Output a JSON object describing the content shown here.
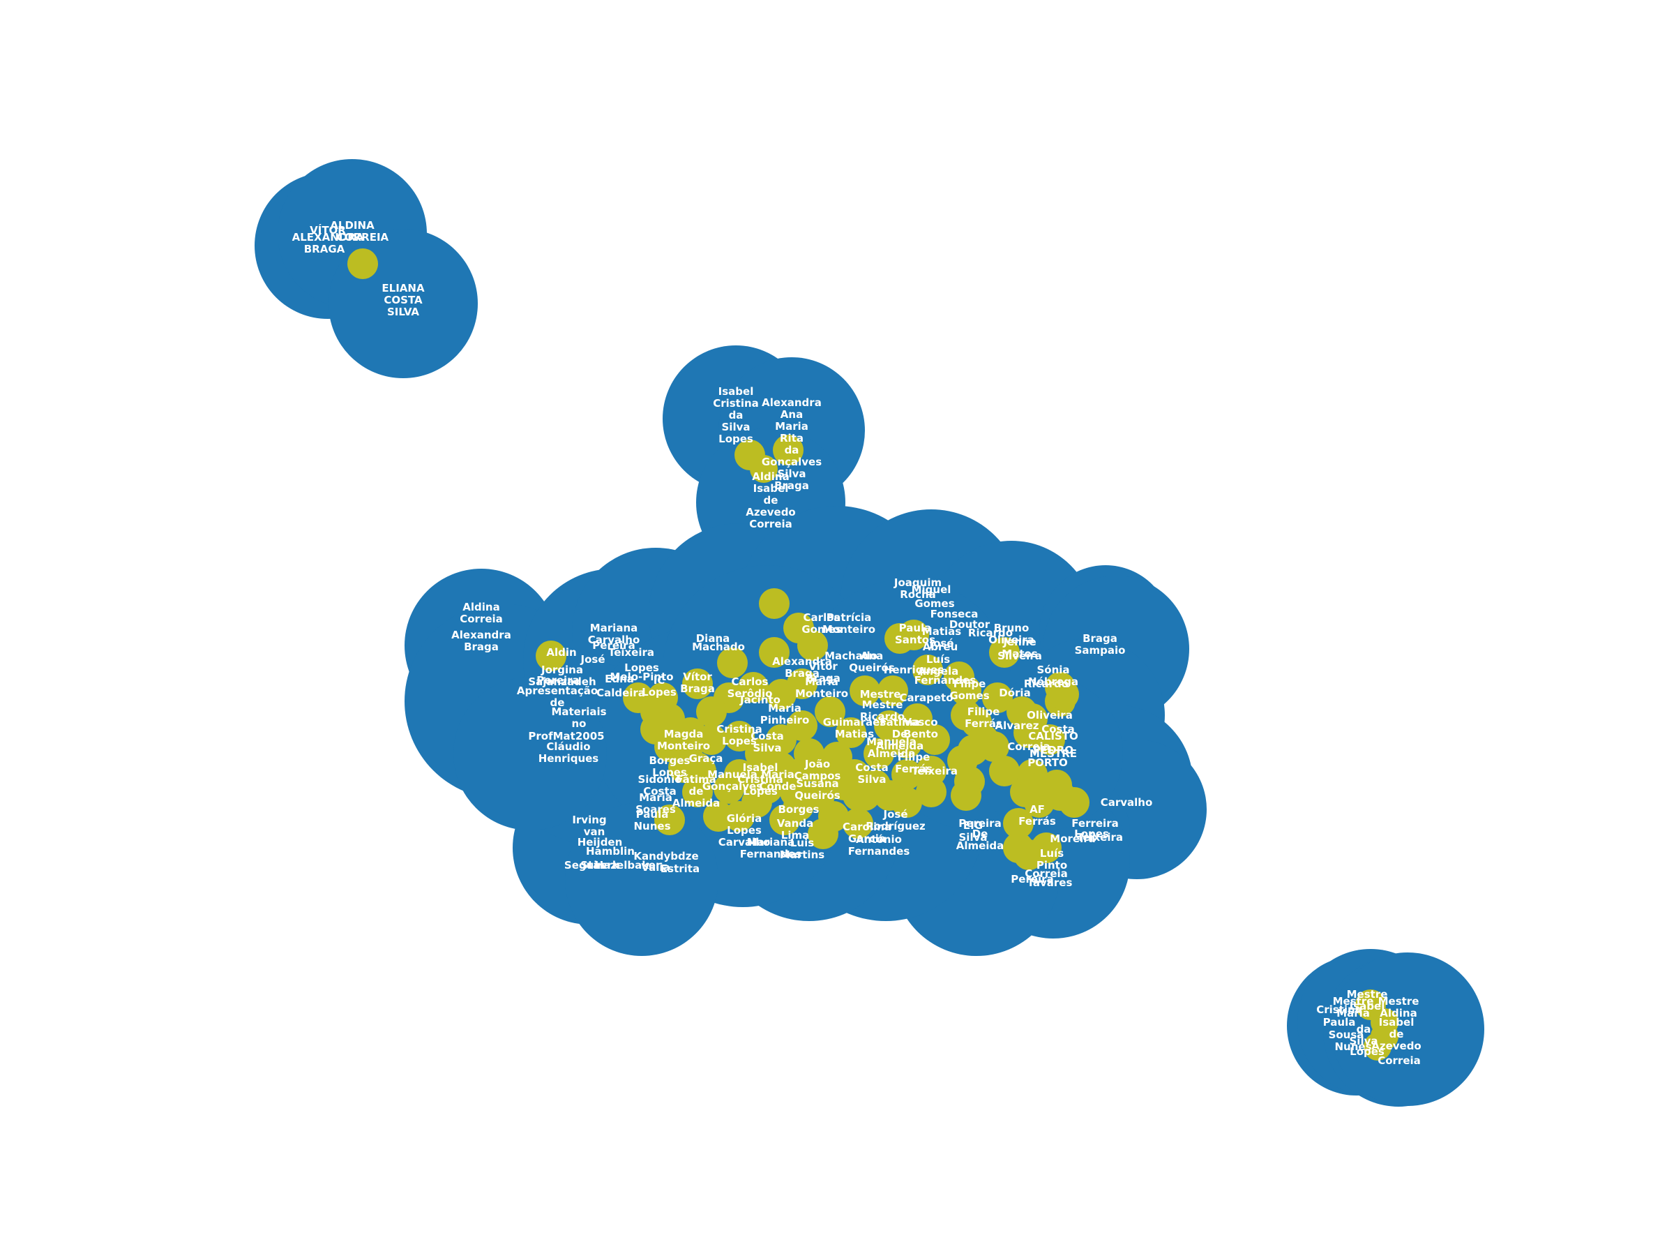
{
  "colors": {
    "background": "#ffffff",
    "big_node": "#1f77b4",
    "small_node": "#bcbd22",
    "label": "#ffffff"
  },
  "components": [
    {
      "id": "cluster-top-left",
      "labels": [
        "VÍTOR",
        "ALDINA",
        "CORREIA",
        "ALEXANDRA",
        "BRAGA",
        "ELIANA COSTA SILVA"
      ]
    },
    {
      "id": "cluster-top-center",
      "labels": [
        "Isabel Cristina da Silva Lopes",
        "Alexandra Ana Maria Rita da Gonçalves Silva Braga",
        "Aldina Isabel de Azevedo Correia"
      ]
    },
    {
      "id": "cluster-main",
      "labels": [
        "Aldina Correia",
        "Alexandra Braga",
        "Mariana Carvalho",
        "Pereira",
        "José",
        "Jorgina Sajanzadeh",
        "Pereira",
        "Apresentação de",
        "Materiais no",
        "ProfMat2005",
        "Cláudio Henriques",
        "Aldin",
        "Edna",
        "Caldeira",
        "Teixeira",
        "Lopes",
        "Melo-Pinto",
        "IC Lopes",
        "Vítor Braga",
        "Machado",
        "Diana",
        "Magda Monteiro",
        "Borges Lopes",
        "Graça",
        "Manuela Gonçalves",
        "Isabel Cristina Lopes",
        "Cristina Lopes",
        "Costa Silva",
        "Carlos Serôdio",
        "Jacinto",
        "Maria Pinheiro",
        "Alexandra Braga",
        "Vítor Braga",
        "Maria Monteiro",
        "Machado",
        "Patrícia Monteiro",
        "Carlos Gomes",
        "Paula Santos",
        "Mestre",
        "Ana Queirós",
        "Mestre Ricardo",
        "Guimarães Matias",
        "Fátima De Almeida",
        "Vasco Bento",
        "Manuela Almeida",
        "Filipe Ferrás",
        "Teixeira",
        "Costa Silva",
        "João Campos",
        "Susana Queirós",
        "Maria Conde",
        "Sidónio Costa",
        "Maria Soares",
        "Paula Nunes",
        "Fátima de Almeida",
        "Vanda Lima",
        "Luis Martins",
        "Mariana Fernandes",
        "Borges",
        "Glória Lopes Carvalho",
        "José Rodríguez",
        "Carolina Garcia",
        "António Fernandes",
        "Irving",
        "van",
        "Heijden",
        "Hamblin",
        "Staerk",
        "Seguin",
        "Hazelbaker",
        "Valia",
        "Kandybdze",
        "Estrita",
        "Joaquim Rocha",
        "Miguel",
        "Gomes",
        "Fonseca",
        "Doutor",
        "Ricardo",
        "Abreu",
        "Matias José",
        "Luís Angela",
        "Henriques",
        "Fernandes",
        "Carapeto",
        "Filipe Gomes",
        "Filipe Ferrás",
        "Correia",
        "Bruno Oliveira",
        "Jenne Matos",
        "Silveira",
        "Braga Sampaio",
        "Sónia Nóbrega",
        "Dória",
        "Ricardo",
        "Costa",
        "Oliveira",
        "Alvarez",
        "CALISTO",
        "PEDRO",
        "PORTO",
        "MESTRE",
        "Carvalho",
        "AF Ferrás",
        "EIG Silva",
        "De Almeida",
        "Pereira",
        "Moreira",
        "Lopes",
        "Ferreira",
        "Teixeira",
        "Luís Pinto",
        "Correia",
        "Pereira",
        "Tavares"
      ]
    },
    {
      "id": "cluster-bottom-right",
      "labels": [
        "Mestre Isabel",
        "Mestre Maria",
        "Cristina",
        "Paula",
        "Sousa",
        "Nunes",
        "da Silva",
        "Lopes",
        "Mestre Aldina",
        "Isabel de Azevedo",
        "Correia"
      ]
    }
  ]
}
